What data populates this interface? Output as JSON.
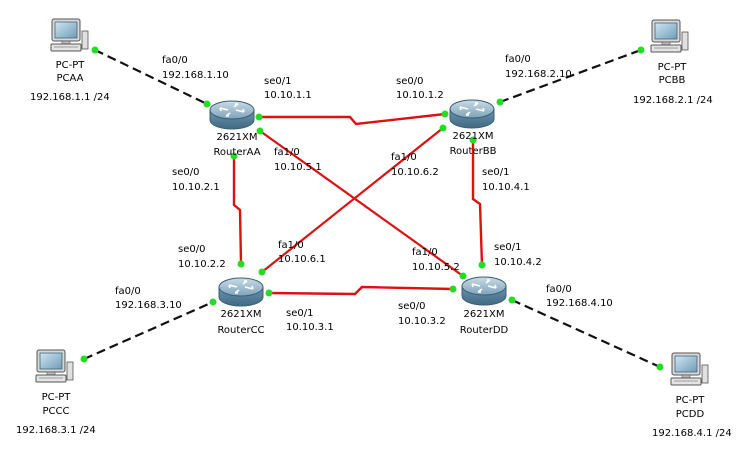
{
  "colors": {
    "serial": "#dd1111",
    "crossover": "#dd1111",
    "ethernet": "#111111",
    "link_light": "#22dd22",
    "router_body": "#5f8aa3",
    "pc_screen": "#8fbad2"
  },
  "devices": {
    "pcaa": {
      "model": "PC-PT",
      "name": "PCAA",
      "ip": "192.168.1.1 /24"
    },
    "pcbb": {
      "model": "PC-PT",
      "name": "PCBB",
      "ip": "192.168.2.1 /24"
    },
    "pccc": {
      "model": "PC-PT",
      "name": "PCCC",
      "ip": "192.168.3.1 /24"
    },
    "pcdd": {
      "model": "PC-PT",
      "name": "PCDD",
      "ip": "192.168.4.1 /24"
    },
    "routeraa": {
      "model": "2621XM",
      "name": "RouterAA"
    },
    "routerbb": {
      "model": "2621XM",
      "name": "RouterBB"
    },
    "routercc": {
      "model": "2621XM",
      "name": "RouterCC"
    },
    "routerdd": {
      "model": "2621XM",
      "name": "RouterDD"
    }
  },
  "interfaces": {
    "aa_fa00": {
      "if": "fa0/0",
      "ip": "192.168.1.10"
    },
    "aa_se01": {
      "if": "se0/1",
      "ip": "10.10.1.1"
    },
    "aa_se00": {
      "if": "se0/0",
      "ip": "10.10.2.1"
    },
    "aa_fa10": {
      "if": "fa1/0",
      "ip": "10.10.5.1"
    },
    "bb_fa00": {
      "if": "fa0/0",
      "ip": "192.168.2.10"
    },
    "bb_se00": {
      "if": "se0/0",
      "ip": "10.10.1.2"
    },
    "bb_fa10": {
      "if": "fa1/0",
      "ip": "10.10.6.2"
    },
    "bb_se01": {
      "if": "se0/1",
      "ip": "10.10.4.1"
    },
    "cc_se00": {
      "if": "se0/0",
      "ip": "10.10.2.2"
    },
    "cc_fa10": {
      "if": "fa1/0",
      "ip": "10.10.6.1"
    },
    "cc_fa00": {
      "if": "fa0/0",
      "ip": "192.168.3.10"
    },
    "cc_se01": {
      "if": "se0/1",
      "ip": "10.10.3.1"
    },
    "dd_fa10": {
      "if": "fa1/0",
      "ip": "10.10.5.2"
    },
    "dd_se01": {
      "if": "se0/1",
      "ip": "10.10.4.2"
    },
    "dd_fa00": {
      "if": "fa0/0",
      "ip": "192.168.4.10"
    },
    "dd_se00": {
      "if": "se0/0",
      "ip": "10.10.3.2"
    }
  }
}
